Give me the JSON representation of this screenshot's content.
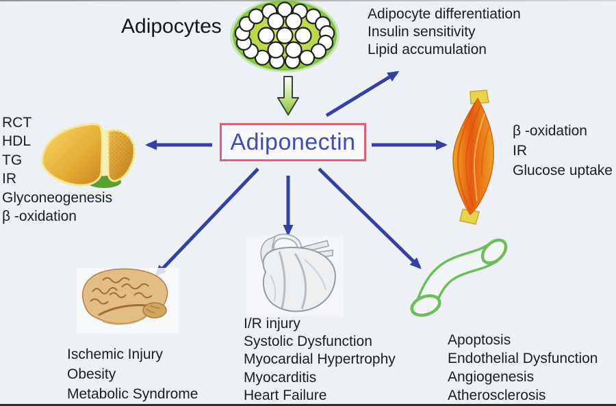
{
  "labels": {
    "adipocytes": "Adipocytes",
    "adiponectin": "Adiponectin"
  },
  "effects": {
    "adipose_tissue": {
      "lines": [
        "Adipocyte differentiation",
        "Insulin sensitivity",
        "Lipid accumulation"
      ]
    },
    "liver": {
      "lines": [
        "RCT",
        "HDL",
        "TG",
        "IR",
        "Glyconeogenesis",
        "β -oxidation"
      ]
    },
    "skeletal_muscle": {
      "lines": [
        "β -oxidation",
        "IR",
        "Glucose uptake"
      ]
    },
    "brain": {
      "lines": [
        "Ischemic Injury",
        "Obesity",
        "Metabolic Syndrome"
      ]
    },
    "heart": {
      "lines": [
        "I/R injury",
        "Systolic Dysfunction",
        "Myocardial Hypertrophy",
        "Myocarditis",
        "Heart Failure"
      ]
    },
    "blood_vessel": {
      "lines": [
        "Apoptosis",
        "Endothelial Dysfunction",
        "Angiogenesis",
        "Atherosclerosis"
      ]
    }
  },
  "icons": {
    "adipocyte_cell": "adipocyte-cell-icon",
    "secretion_arrow": "green-down-block-arrow-icon",
    "liver": "liver-icon",
    "skeletal_muscle": "muscle-icon",
    "brain": "brain-icon",
    "heart": "heart-icon",
    "blood_vessel": "blood-vessel-icon"
  },
  "colors": {
    "background": "#edf1f5",
    "arrow_blue": "#3540a6",
    "adiponectin_text": "#3c4bbf",
    "box_border": "#e25f76",
    "body_text": "#1d1d1d",
    "cell_green": "#7cc13a",
    "liver_gold": "#dfa63c",
    "muscle_orange": "#f07f1e",
    "vessel_green": "#6cbf58",
    "brain_tan": "#dfbd87"
  }
}
